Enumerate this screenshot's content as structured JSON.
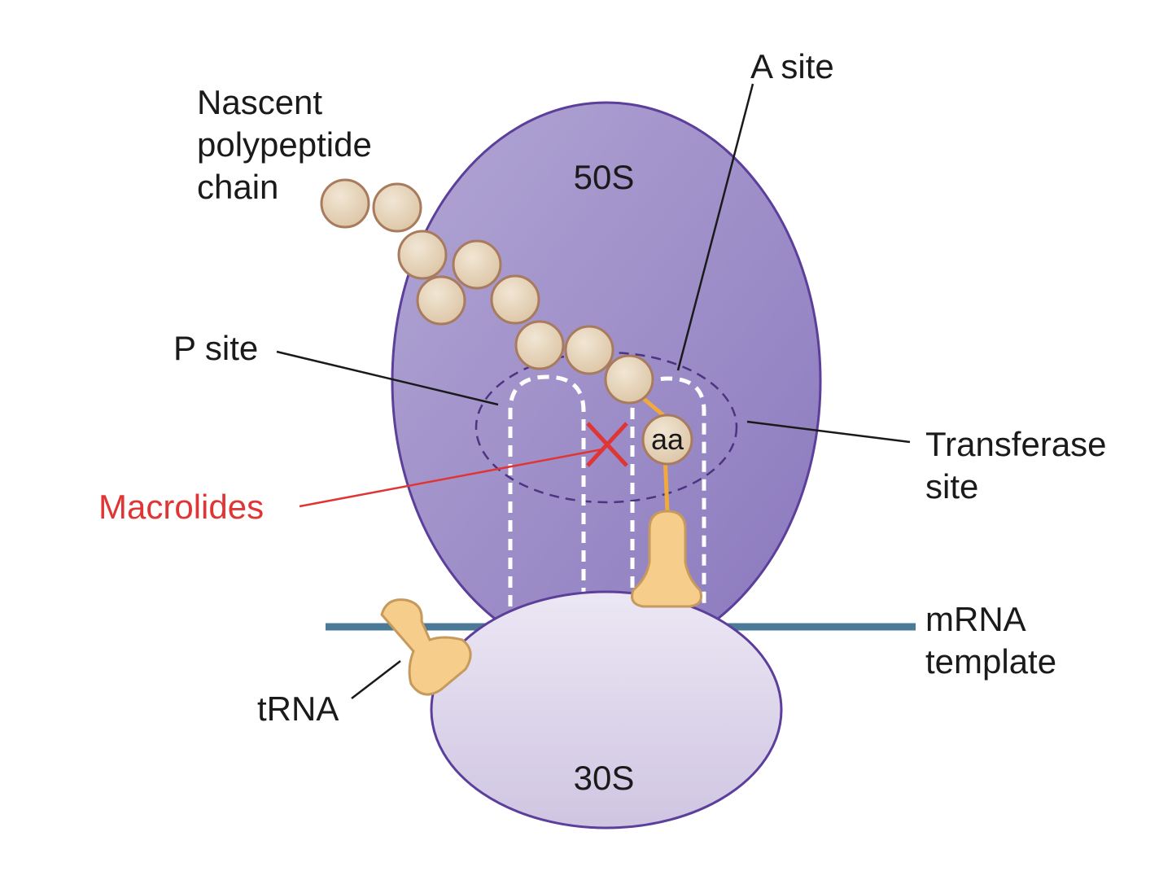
{
  "labels": {
    "nascent_line1": "Nascent",
    "nascent_line2": "polypeptide",
    "nascent_line3": "chain",
    "a_site": "A site",
    "p_site": "P site",
    "transferase_line1": "Transferase",
    "transferase_line2": "site",
    "macrolides": "Macrolides",
    "mrna_line1": "mRNA",
    "mrna_line2": "template",
    "trna": "tRNA",
    "subunit_50s": "50S",
    "subunit_30s": "30S",
    "amino_acid": "aa"
  },
  "colors": {
    "large_subunit_fill": "#9b8cc4",
    "large_subunit_stroke": "#5c3f9a",
    "small_subunit_fill": "#d8d0e8",
    "small_subunit_stroke": "#5c3f9a",
    "mrna": "#4a7a98",
    "amino_acid_bead": "#e3d1b6",
    "amino_acid_bead_stroke": "#a87a5e",
    "trna_fill": "#f6cd8a",
    "trna_stroke": "#c69a5c",
    "inhibitor": "#e03535",
    "linker": "#f2a93b"
  }
}
